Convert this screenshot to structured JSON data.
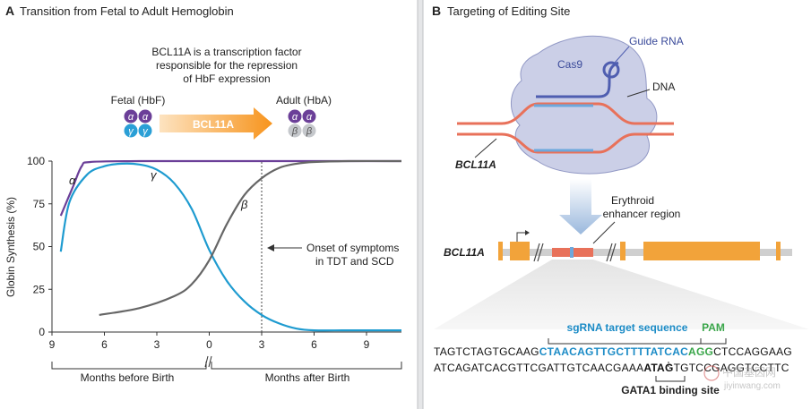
{
  "panelA": {
    "letter": "A",
    "title": "Transition from Fetal to Adult Hemoglobin",
    "description_lines": [
      "BCL11A is a transcription factor",
      "responsible for the repression",
      "of HbF expression"
    ],
    "fetal_label": "Fetal (HbF)",
    "adult_label": "Adult (HbA)",
    "arrow_label": "BCL11A",
    "alpha_symbol": "α",
    "gamma_symbol": "γ",
    "beta_symbol": "β",
    "onset_line1": "Onset of symptoms",
    "onset_line2": "in TDT and SCD",
    "months_before": "Months before Birth",
    "months_after": "Months after Birth",
    "colors": {
      "alpha": "#6b3f98",
      "gamma": "#2a9fd6",
      "beta": "#9aa0a6",
      "arrow": "#f7941d"
    }
  },
  "chart_data": {
    "type": "line",
    "ylabel": "Globin Synthesis (%)",
    "xlabel": "",
    "ylim": [
      0,
      100
    ],
    "yticks": [
      "0",
      "25",
      "50",
      "75",
      "100"
    ],
    "xticks": [
      "9",
      "6",
      "3",
      "0",
      "3",
      "6",
      "9"
    ],
    "xtick_values": [
      -9,
      -6,
      -3,
      0,
      3,
      6,
      9
    ],
    "xlim": [
      -9,
      11
    ],
    "series": [
      {
        "name": "α",
        "color": "#6b3f98",
        "points": [
          [
            -8.5,
            68
          ],
          [
            -7.8,
            85
          ],
          [
            -7.3,
            97
          ],
          [
            -6.8,
            99.5
          ],
          [
            -4,
            100
          ],
          [
            0,
            100
          ],
          [
            5,
            100
          ],
          [
            11,
            100
          ]
        ]
      },
      {
        "name": "γ",
        "color": "#1e9bd0",
        "points": [
          [
            -8.5,
            47
          ],
          [
            -8,
            76
          ],
          [
            -7,
            92
          ],
          [
            -6,
            97
          ],
          [
            -5,
            98.5
          ],
          [
            -4,
            98
          ],
          [
            -3,
            95
          ],
          [
            -2,
            87
          ],
          [
            -1,
            72
          ],
          [
            0,
            48
          ],
          [
            1,
            30
          ],
          [
            2,
            18
          ],
          [
            3,
            10
          ],
          [
            4,
            5
          ],
          [
            5,
            2
          ],
          [
            6,
            1
          ],
          [
            8,
            1
          ],
          [
            11,
            1
          ]
        ]
      },
      {
        "name": "β",
        "color": "#666666",
        "points": [
          [
            -6.3,
            10
          ],
          [
            -4,
            14
          ],
          [
            -2,
            21
          ],
          [
            -1,
            28
          ],
          [
            0,
            42
          ],
          [
            1,
            63
          ],
          [
            2,
            80
          ],
          [
            3,
            90
          ],
          [
            4,
            96
          ],
          [
            5,
            98.5
          ],
          [
            6,
            99.5
          ],
          [
            8,
            100
          ],
          [
            11,
            100
          ]
        ]
      }
    ],
    "annotation_x": 3
  },
  "panelB": {
    "letter": "B",
    "title": "Targeting of Editing Site",
    "guide_rna_label": "Guide RNA",
    "cas9_label": "Cas9",
    "dna_label": "DNA",
    "bcl11a_label_top": "BCL11A",
    "enhancer_line1": "Erythroid",
    "enhancer_line2": "enhancer region",
    "bcl11a_label_gene": "BCL11A",
    "sgrna_label": "sgRNA target sequence",
    "pam_label": "PAM",
    "seq_top_prefix": "TAGTCTAGTGCAAG",
    "seq_top_target": "CTAACAGTTGCTTTTATCAC",
    "seq_top_pam": "AGG",
    "seq_top_suffix": "CTCCAGGAAG",
    "seq_bottom_prefix": "ATCAGATCACGTTCGATTGTCAACGAAA",
    "seq_bottom_bold": "ATAG",
    "seq_bottom_suffix": "TGTCCGAGGTCCTTC",
    "gata1_label": "GATA1 binding site",
    "watermark_line1": "中国基因网",
    "watermark_line2": "jiyinwang.com",
    "colors": {
      "sgrna": "#1b8bc6",
      "pam": "#3aa64a",
      "exon": "#f2a33a",
      "dna": "#e8715a",
      "cas9": "#c9cde6"
    }
  }
}
